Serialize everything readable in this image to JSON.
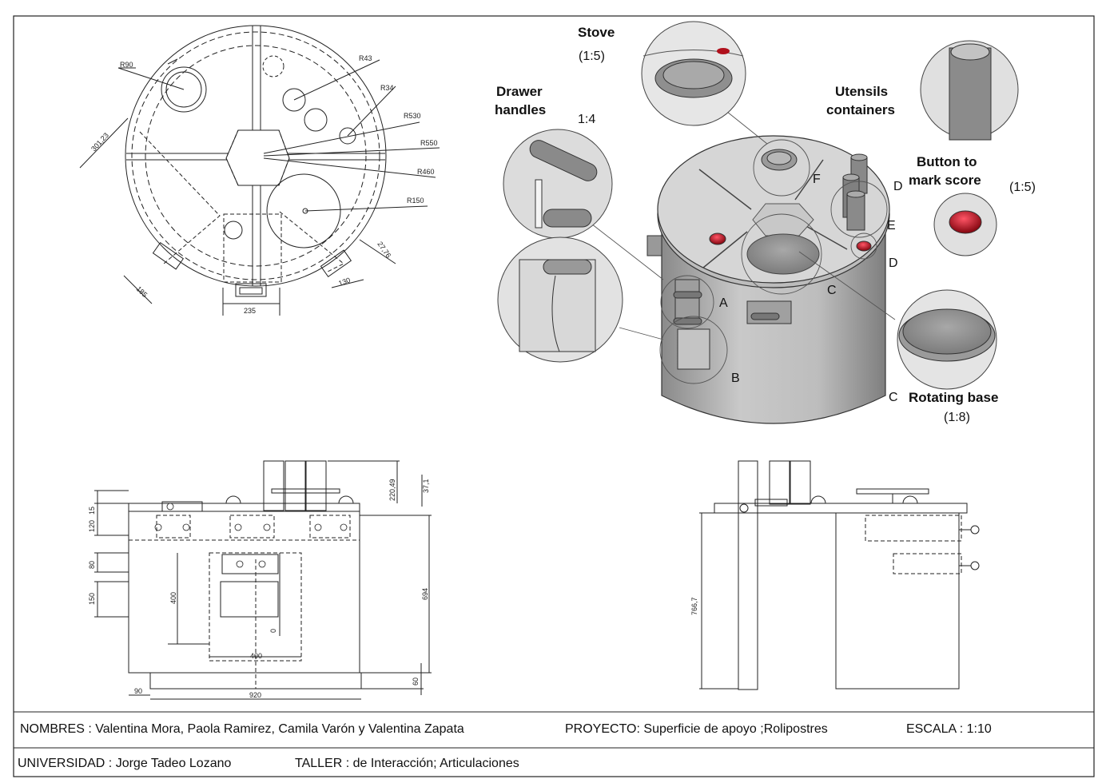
{
  "callouts": {
    "stove": "Stove",
    "stove_scale": "(1:5)",
    "drawer_handles_1": "Drawer",
    "drawer_handles_2": "handles",
    "drawer_scale": "1:4",
    "utensils_1": "Utensils",
    "utensils_2": "containers",
    "button_1": "Button to",
    "button_2": "mark score",
    "button_scale": "(1:5)",
    "rotating_base": "Rotating base",
    "rotating_scale": "(1:8)",
    "letter_a": "A",
    "letter_b": "B",
    "letter_c": "C",
    "letter_c2": "C",
    "letter_d": "D",
    "letter_d2": "D",
    "letter_e": "E",
    "letter_f": "F"
  },
  "top_view_dims": {
    "r90": "R90",
    "r43": "R43",
    "r34": "R34",
    "r530": "R530",
    "r550": "R550",
    "r460": "R460",
    "r150": "R150",
    "d30123": "301,23",
    "d2776": "27,76",
    "d185": "185",
    "d130": "130",
    "d235": "235"
  },
  "front_view_dims": {
    "d22049": "220,49",
    "d371": "37,1",
    "d15": "15",
    "d120": "120",
    "d80": "80",
    "d150": "150",
    "d400v": "400",
    "d0": "0",
    "d400h": "400",
    "d694": "694",
    "d60": "60",
    "d90": "90",
    "d920": "920"
  },
  "side_view_dims": {
    "d7667": "766,7"
  },
  "footer": {
    "nombres": "NOMBRES : Valentina Mora, Paola Ramirez, Camila Varón y Valentina Zapata",
    "proyecto": "PROYECTO:  Superficie de apoyo ;Rolipostres",
    "escala": "ESCALA : 1:10",
    "universidad": "UNIVERSIDAD : Jorge Tadeo Lozano",
    "taller": "TALLER : de Interacción; Articulaciones"
  },
  "colors": {
    "button_red": "#a0101a",
    "body_gray": "#b9b9b9",
    "lid_gray": "#d2d2d2"
  }
}
